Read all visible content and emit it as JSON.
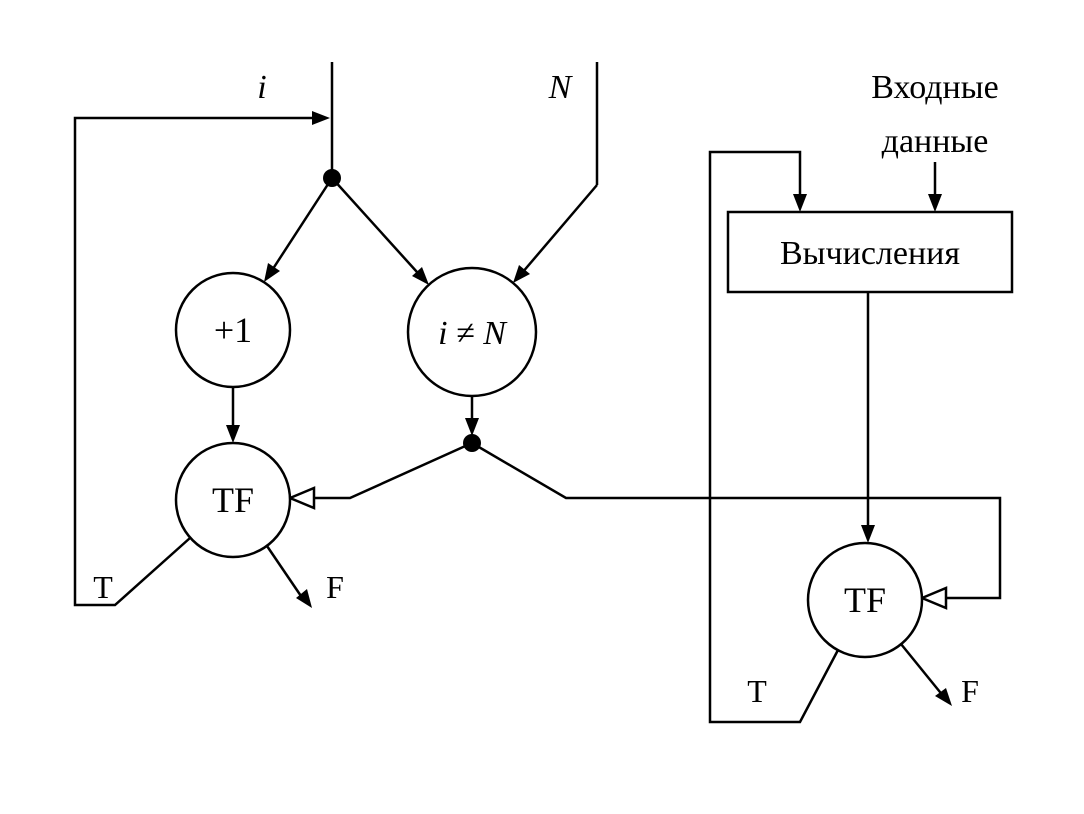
{
  "diagram": {
    "labels": {
      "index_var": "i",
      "limit_var": "N",
      "increment": "+1",
      "condition": "i ≠ N",
      "gate_left": "TF",
      "gate_right": "TF",
      "true_left": "T",
      "false_left": "F",
      "true_right": "T",
      "false_right": "F",
      "input_data_line1": "Входные",
      "input_data_line2": "данные",
      "computation_box": "Вычисления"
    },
    "colors": {
      "line": "#000000",
      "background": "#ffffff"
    }
  }
}
